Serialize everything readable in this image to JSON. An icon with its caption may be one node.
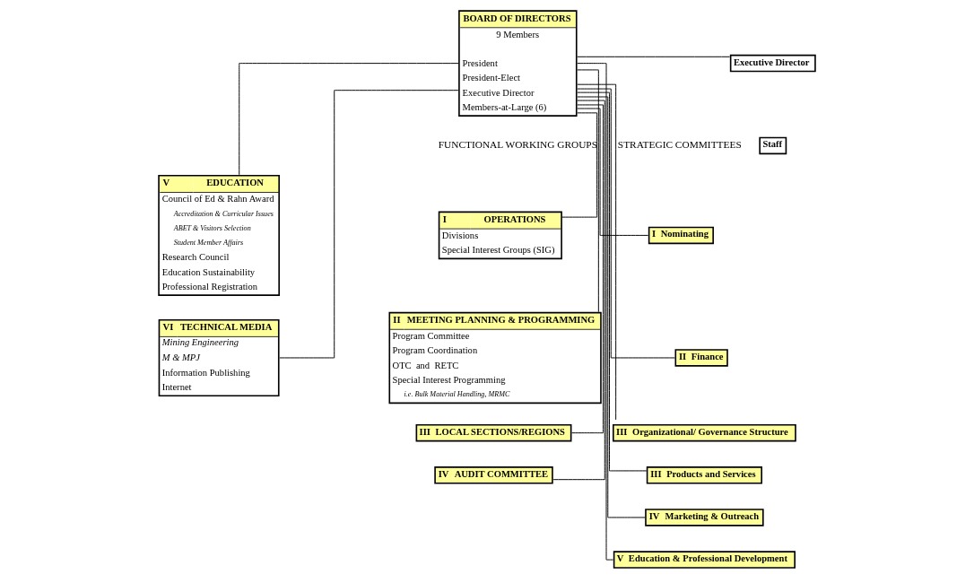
{
  "diagram": {
    "nodes": [
      {
        "text": [
          "BOARD OF DIRECTORS",
          "9 Members",
          "President",
          "President-Elect",
          "Executive Director",
          "Members-at-Large (6)"
        ]
      },
      {
        "text": [
          "Executive Director"
        ]
      },
      {
        "text": [
          "Staff"
        ]
      },
      {
        "text": [
          "I",
          "OPERATIONS",
          "Divisions",
          "Special Interest Groups (SIG)"
        ]
      },
      {
        "text": [
          "II",
          "MEETING PLANNING & PROGRAMMING",
          "Program Committee",
          "Program Coordination",
          "OTC  and  RETC",
          "Special Interest Programming",
          "i.e. Bulk Material Handling, MRMC"
        ]
      },
      {
        "text": [
          "III",
          "LOCAL SECTIONS/REGIONS"
        ]
      },
      {
        "text": [
          "IV",
          "AUDIT COMMITTEE"
        ]
      },
      {
        "text": [
          "V",
          "EDUCATION",
          "Council of Ed & Rahn Award",
          "Accreditation & Curricular Issues",
          "ABET & Visitors Selection",
          "Student Member Affairs",
          "Research Council",
          "Education Sustainability",
          "Professional Registration"
        ]
      },
      {
        "text": [
          "VI",
          "TECHNICAL MEDIA",
          "Mining Engineering",
          "M & MPJ",
          "Information Publishing",
          "Internet"
        ]
      },
      {
        "text": [
          "I",
          "Nominating"
        ]
      },
      {
        "text": [
          "II",
          "Finance"
        ]
      },
      {
        "text": [
          "III",
          "Organizational/ Governance Structure"
        ]
      },
      {
        "text": [
          "III",
          "Products and Services"
        ]
      },
      {
        "text": [
          "IV",
          "Marketing & Outreach"
        ]
      },
      {
        "text": [
          "V",
          "Education & Professional Development"
        ]
      }
    ],
    "edges": [
      {
        "from": 0,
        "to": 1,
        "arrow": "none"
      },
      {
        "from": 0,
        "to": 3,
        "arrow": "none"
      },
      {
        "from": 0,
        "to": 4,
        "arrow": "none"
      },
      {
        "from": 0,
        "to": 5,
        "arrow": "none"
      },
      {
        "from": 0,
        "to": 6,
        "arrow": "none"
      },
      {
        "from": 0,
        "to": 7,
        "arrow": "none"
      },
      {
        "from": 0,
        "to": 8,
        "arrow": "none"
      },
      {
        "from": 0,
        "to": 9,
        "arrow": "none"
      },
      {
        "from": 0,
        "to": 10,
        "arrow": "none"
      },
      {
        "from": 0,
        "to": 11,
        "arrow": "none"
      },
      {
        "from": 0,
        "to": 12,
        "arrow": "none"
      },
      {
        "from": 0,
        "to": 13,
        "arrow": "none"
      },
      {
        "from": 0,
        "to": 14,
        "arrow": "none"
      }
    ],
    "labels": [
      "FUNCTIONAL WORKING GROUPS",
      "STRATEGIC COMMITTEES"
    ]
  }
}
